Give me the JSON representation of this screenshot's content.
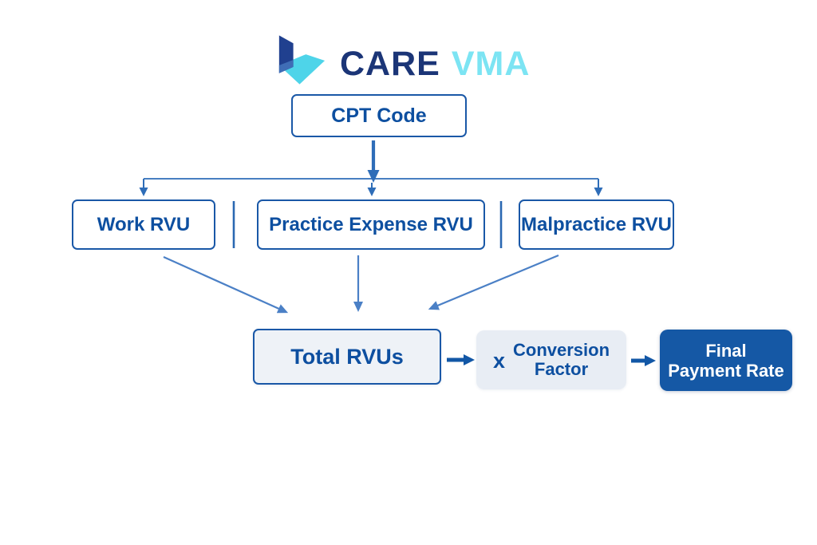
{
  "logo": {
    "word_primary": "CARE",
    "word_secondary": "VMA"
  },
  "diagram": {
    "cpt_node": {
      "label": "CPT Code"
    },
    "component_nodes": [
      {
        "label": "Work RVU"
      },
      {
        "label": "Practice Expense RVU"
      },
      {
        "label": "Malpractice RVU"
      }
    ],
    "total_node": {
      "label": "Total RVUs"
    },
    "conversion_node": {
      "operator": "x",
      "line1": "Conversion",
      "line2": "Factor"
    },
    "final_node": {
      "line1": "Final",
      "line2": "Payment Rate"
    }
  },
  "colors": {
    "page_bg": "#ffffff",
    "box_border": "#1a58a7",
    "box_text": "#0d4fa0",
    "connector": "#2e6db8",
    "diagonal": "#4b80c6",
    "thick_arrow": "#1257a6",
    "divider": "#2a68b2",
    "total_fill": "#eef2f7",
    "chip_fill": "#e8edf4",
    "final_fill": "#1558a5",
    "logo_navy": "#1b3577",
    "logo_cyan": "#7ce4f3",
    "icon_navy": "#20408f",
    "icon_cyan": "#4ed4e9",
    "icon_mid": "#3f6db6"
  }
}
